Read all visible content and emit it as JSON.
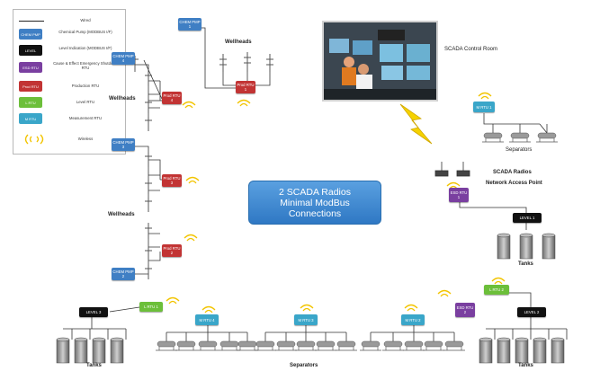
{
  "legend": {
    "items": [
      {
        "sym": "",
        "text": "Wired"
      },
      {
        "sym": "CHEM PMP",
        "text": "Chemical Pump (MODBUS I/F)"
      },
      {
        "sym": "LEVEL",
        "text": "Level Indication (MODBUS I/F)"
      },
      {
        "sym": "ESD RTU",
        "text": "Cause & Effect Emergency Shutdown RTU"
      },
      {
        "sym": "Prod RTU",
        "text": "Production RTU"
      },
      {
        "sym": "L RTU",
        "text": "Level RTU"
      },
      {
        "sym": "M RTU",
        "text": "Measurement RTU"
      },
      {
        "sym": "",
        "text": "Wireless"
      }
    ]
  },
  "banner": {
    "line1": "2 SCADA Radios",
    "line2": "Minimal ModBus",
    "line3": "Connections"
  },
  "labels": {
    "wellheads_top": "Wellheads",
    "wellheads_left": "Wellheads",
    "wellheads_lower": "Wellheads",
    "scada_control_room": "SCADA Control Room",
    "separators_right": "Separators",
    "scada_radios": "SCADA Radios",
    "network_access_point": "Network Access Point",
    "tanks_right": "Tanks",
    "tanks_bottom_left": "Tanks",
    "separators_bottom": "Separators",
    "tanks_bottom_right": "Tanks"
  },
  "devices": {
    "chem_pmp1": "CHEM PMP 1",
    "chem_pmp4": "CHEM PMP 4",
    "chem_pmp3": "CHEM PMP 3",
    "chem_pmp2": "CHEM PMP 2",
    "prod_rtu1": "Prod RTU 1",
    "prod_rtu4": "Prod RTU 4",
    "prod_rtu3": "Prod RTU 3",
    "prod_rtu2": "Prod RTU 2",
    "mrtu1": "M RTU 1",
    "mrtu2": "M RTU 2",
    "mrtu3": "M RTU 3",
    "mrtu4": "M RTU 4",
    "esd_rtu1": "ESD RTU 1",
    "esd_rtu2": "ESD RTU 2",
    "level1": "LEVEL 1",
    "level2": "LEVEL 2",
    "level3": "LEVEL 3",
    "lrtu1": "L RTU 1",
    "lrtu2": "L RTU 2"
  },
  "colors": {
    "chem": "#3f7fc4",
    "level": "#111111",
    "esd": "#7a3fa0",
    "prod": "#c23434",
    "lrtu": "#6cbf3a",
    "mrtu": "#3aa6c9",
    "wireless": "#f2c400",
    "banner": "#3a86d0"
  }
}
